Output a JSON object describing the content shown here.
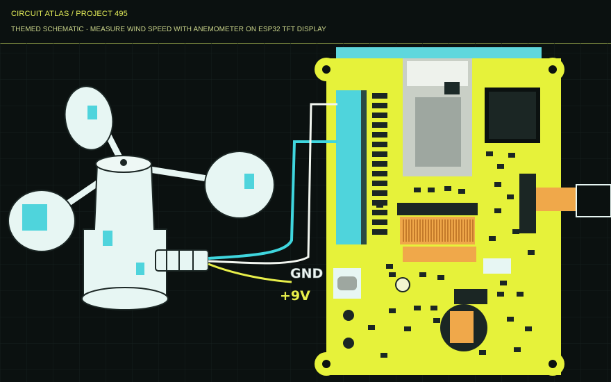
{
  "header": {
    "title": "CIRCUIT ATLAS / PROJECT 495",
    "subtitle": "THEMED SCHEMATIC · MEASURE WIND SPEED WITH ANEMOMETER ON ESP32 TFT DISPLAY"
  },
  "labels": {
    "gnd": "GND",
    "vin": "+9V"
  },
  "colors": {
    "background": "#0b1110",
    "grid": "#16201e",
    "board": "#e6f23a",
    "anemometer": "#e7f6f3",
    "accent_cyan": "#3fd6de",
    "wire_yellow": "#e8ef4a",
    "wire_white": "#f2f6f0",
    "connector_orange": "#f0a84a"
  }
}
